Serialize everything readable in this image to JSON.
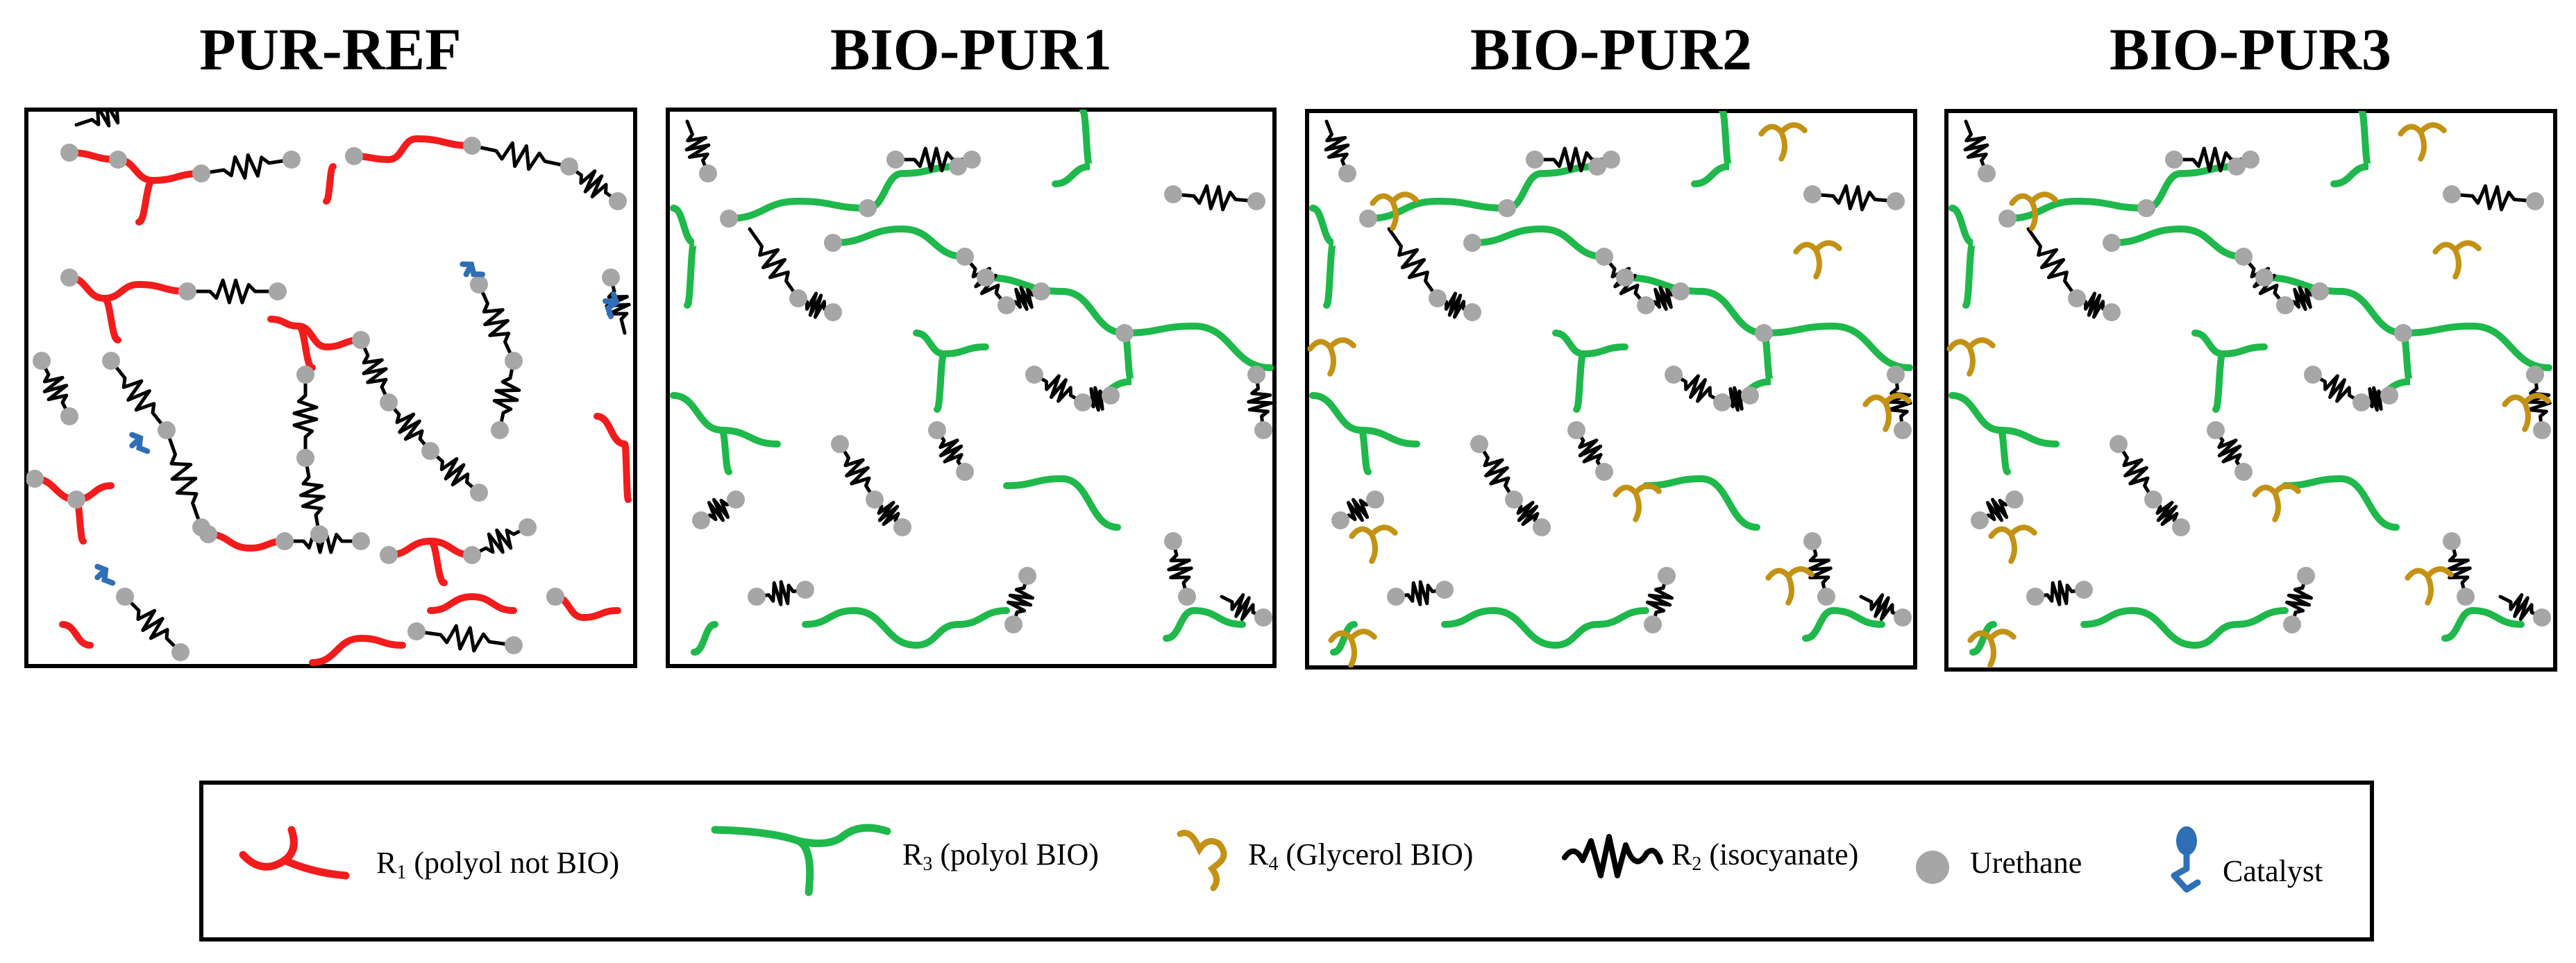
{
  "panels": [
    {
      "id": "ref",
      "title": "PUR-REF"
    },
    {
      "id": "bio1",
      "title": "BIO-PUR1"
    },
    {
      "id": "bio2",
      "title": "BIO-PUR2"
    },
    {
      "id": "bio3",
      "title": "BIO-PUR3"
    }
  ],
  "legend": {
    "items": [
      {
        "symbol": "polyol-not-bio",
        "main": "R",
        "sub": "1",
        "text": " (polyol not BIO)"
      },
      {
        "symbol": "polyol-bio",
        "main": "R",
        "sub": "3",
        "text": " (polyol BIO)"
      },
      {
        "symbol": "glycerol-bio",
        "main": "R",
        "sub": "4",
        "text": " (Glycerol BIO)"
      },
      {
        "symbol": "isocyanate",
        "main": "R",
        "sub": "2",
        "text": " (isocyanate)"
      },
      {
        "symbol": "urethane",
        "main": "",
        "sub": "",
        "text": "Urethane"
      },
      {
        "symbol": "catalyst",
        "main": "",
        "sub": "",
        "text": "Catalyst"
      }
    ]
  },
  "colors": {
    "polyol_not_bio": "#f21c1c",
    "polyol_bio": "#1fb84b",
    "glycerol_bio": "#c39215",
    "isocyanate": "#000000",
    "urethane": "#a6a6a6",
    "catalyst": "#2f6fb5"
  }
}
